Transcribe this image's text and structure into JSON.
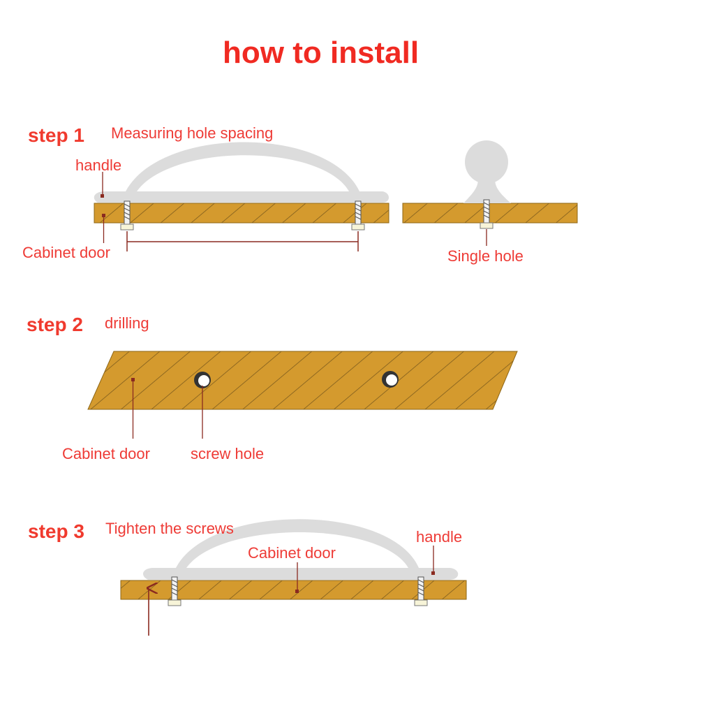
{
  "title": "how to install",
  "colors": {
    "wood": "#d49a2e",
    "wood_stroke": "#8c6516",
    "hatch": "#7d5c1d",
    "handle": "#dcdcdc",
    "label_red": "#ee3b36",
    "leader": "#8a2a20"
  },
  "steps": [
    {
      "label": "step 1",
      "caption": "Measuring hole spacing",
      "labels": {
        "handle": "handle",
        "cabinet_door": "Cabinet door",
        "single_hole": "Single hole"
      }
    },
    {
      "label": "step 2",
      "caption": "drilling",
      "labels": {
        "cabinet_door": "Cabinet door",
        "screw_hole": "screw hole"
      }
    },
    {
      "label": "step 3",
      "caption": "Tighten the screws",
      "labels": {
        "cabinet_door": "Cabinet door",
        "handle": "handle"
      }
    }
  ]
}
